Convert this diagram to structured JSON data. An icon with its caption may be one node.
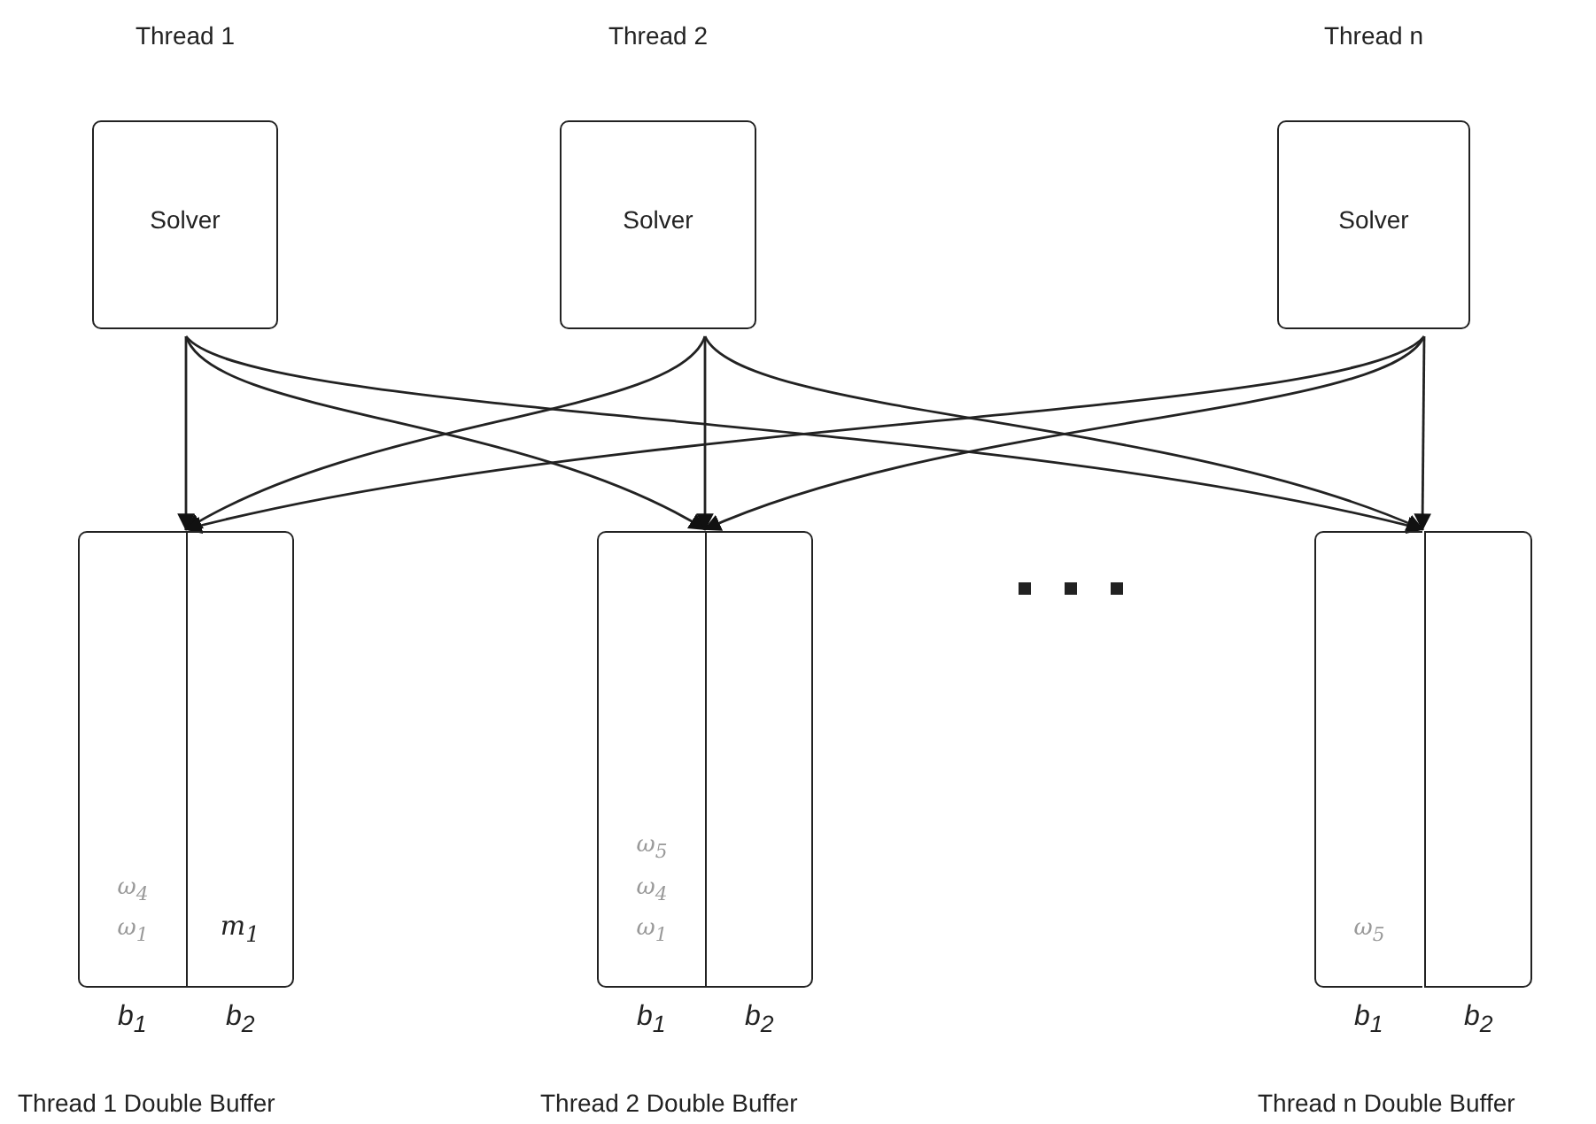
{
  "diagram": {
    "nodes": [
      {
        "text": [
          "Thread 1",
          "Solver"
        ]
      },
      {
        "text": [
          "Thread 2",
          "Solver"
        ]
      },
      {
        "text": [
          "Thread n",
          "Solver"
        ]
      },
      {
        "text": [
          "ω$_{4}$",
          "ω$_{1}$"
        ],
        "beside": [
          "b$_{1}$"
        ]
      },
      {
        "text": [
          "m$_{1}$"
        ],
        "beside": [
          "b$_{2}$"
        ]
      },
      {
        "text": [
          "ω$_{5}$",
          "ω$_{4}$",
          "ω$_{1}$"
        ],
        "beside": [
          "b$_{1}$"
        ]
      },
      {
        "text": [],
        "shape": "box",
        "beside": [
          "b$_{2}$"
        ]
      },
      {
        "text": [
          "ω$_{5}$"
        ],
        "beside": [
          "b$_{1}$"
        ]
      },
      {
        "text": [],
        "shape": "box",
        "beside": [
          "b$_{2}$"
        ]
      }
    ],
    "edges": [
      {
        "from": 0,
        "to": 3,
        "arrow": "to"
      },
      {
        "from": 0,
        "to": 5,
        "arrow": "to"
      },
      {
        "from": 0,
        "to": 7,
        "arrow": "to"
      },
      {
        "from": 1,
        "to": 3,
        "arrow": "to"
      },
      {
        "from": 1,
        "to": 5,
        "arrow": "to"
      },
      {
        "from": 1,
        "to": 7,
        "arrow": "to"
      },
      {
        "from": 2,
        "to": 3,
        "arrow": "to"
      },
      {
        "from": 2,
        "to": 5,
        "arrow": "to"
      },
      {
        "from": 2,
        "to": 7,
        "arrow": "to"
      }
    ],
    "labels": [
      "Thread 1 Double Buffer",
      "Thread 2 Double Buffer",
      "Thread n Double Buffer"
    ]
  }
}
